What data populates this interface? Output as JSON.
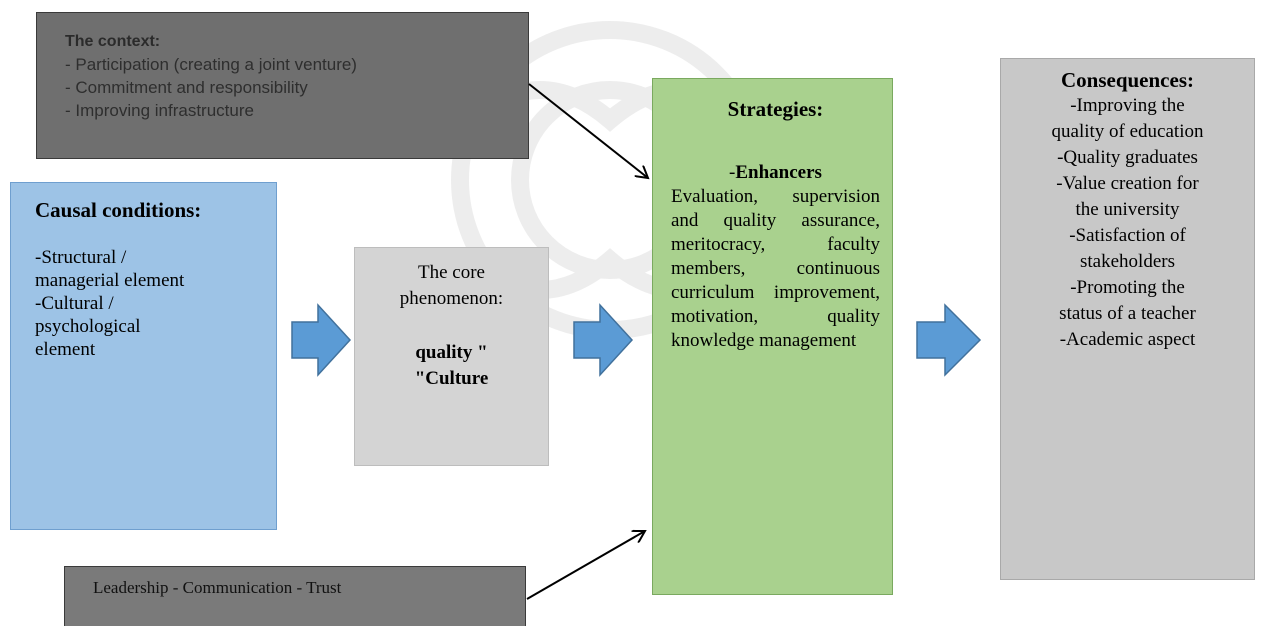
{
  "context": {
    "title": "The context:",
    "items": [
      "- Participation (creating a joint venture)",
      "- Commitment and responsibility",
      "- Improving infrastructure"
    ]
  },
  "causal": {
    "title": "Causal conditions:",
    "lines": [
      "-Structural /",
      "managerial element",
      "-Cultural /",
      "psychological",
      "element"
    ]
  },
  "core": {
    "title_lines": [
      "The core",
      "phenomenon:"
    ],
    "emph_lines": [
      "quality \"",
      "\"Culture"
    ]
  },
  "strategies": {
    "title": "Strategies:",
    "sub_prefix": "-",
    "sub_bold": "Enhancers",
    "body": "Evaluation, supervision and quality assurance, meritocracy, faculty members, continuous curriculum improvement, motivation, quality knowledge management"
  },
  "consequences": {
    "title": "Consequences:",
    "lines": [
      "-Improving the",
      "quality of education",
      "-Quality graduates",
      "-Value creation for",
      "the university",
      "-Satisfaction of",
      "stakeholders",
      "-Promoting the",
      "status of a teacher",
      "-Academic aspect"
    ]
  },
  "intervening": {
    "text": "Leadership - Communication - Trust"
  },
  "colors": {
    "context": "#6f6f6f",
    "causal": "#9dc3e6",
    "core": "#d4d4d4",
    "strategies": "#a9d18e",
    "consequences": "#c8c8c8",
    "intervening": "#7a7a7a",
    "block_arrow": "#5b9bd5"
  }
}
